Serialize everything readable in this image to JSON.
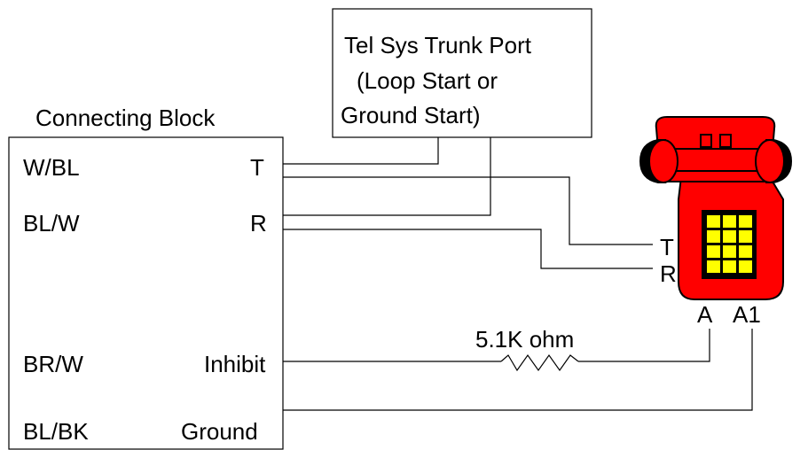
{
  "trunk_port": {
    "title": "Tel Sys Trunk Port",
    "line2": "(Loop Start or",
    "line3": "Ground Start)"
  },
  "connecting_block": {
    "title": "Connecting Block",
    "rows": [
      {
        "color": "W/BL",
        "terminal": "T"
      },
      {
        "color": "BL/W",
        "terminal": "R"
      },
      {
        "color": "BR/W",
        "terminal": "Inhibit"
      },
      {
        "color": "BL/BK",
        "terminal": "Ground"
      }
    ]
  },
  "phone": {
    "label_t": "T",
    "label_r": "R",
    "label_a": "A",
    "label_a1": "A1",
    "body_color": "#ff0000",
    "key_color": "#ffff00"
  },
  "resistor": {
    "label": "5.1K ohm"
  }
}
